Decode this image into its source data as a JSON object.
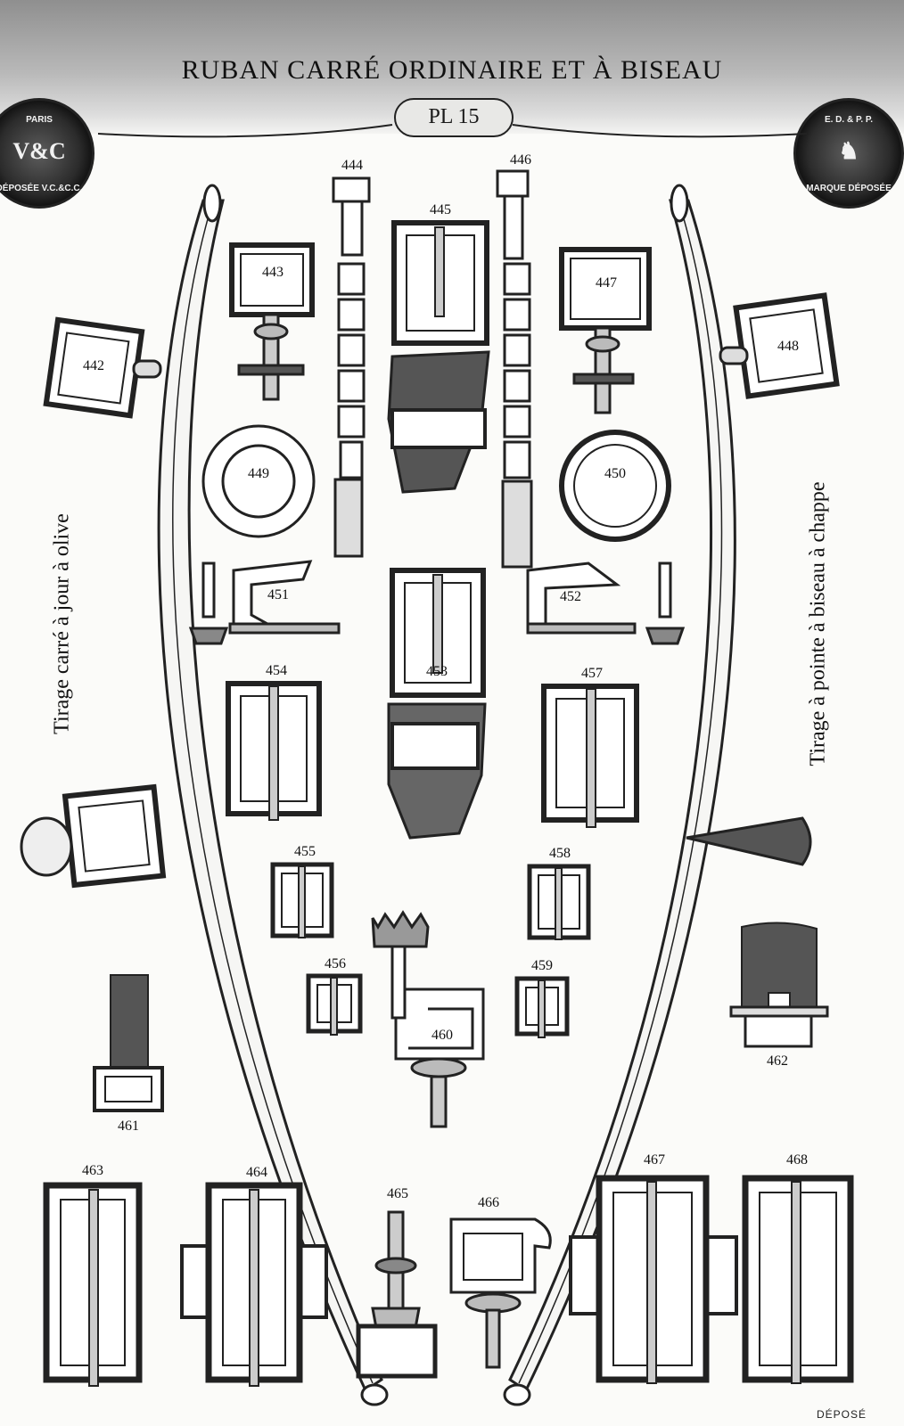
{
  "plate": {
    "title": "RUBAN CARRÉ ORDINAIRE ET À BISEAU",
    "plate_number": "PL 15",
    "left_caption": "Tirage carré à jour à olive",
    "right_caption": "Tirage à pointe à biseau à chappe",
    "footer_mark": "DÉPOSÉ"
  },
  "seals": {
    "left": {
      "line1": "PARIS",
      "monogram": "V&C",
      "line2": "DÉPOSÉE V.C.&C.C."
    },
    "right": {
      "line1": "E. D. & P. P.",
      "line2": "MARQUE DÉPOSÉE"
    }
  },
  "items": {
    "n442": "442",
    "n443": "443",
    "n444": "444",
    "n445": "445",
    "n446": "446",
    "n447": "447",
    "n448": "448",
    "n449": "449",
    "n450": "450",
    "n451": "451",
    "n452": "452",
    "n453": "453",
    "n454": "454",
    "n455": "455",
    "n456": "456",
    "n457": "457",
    "n458": "458",
    "n459": "459",
    "n460": "460",
    "n461": "461",
    "n462": "462",
    "n463": "463",
    "n464": "464",
    "n465": "465",
    "n466": "466",
    "n467": "467",
    "n468": "468"
  }
}
